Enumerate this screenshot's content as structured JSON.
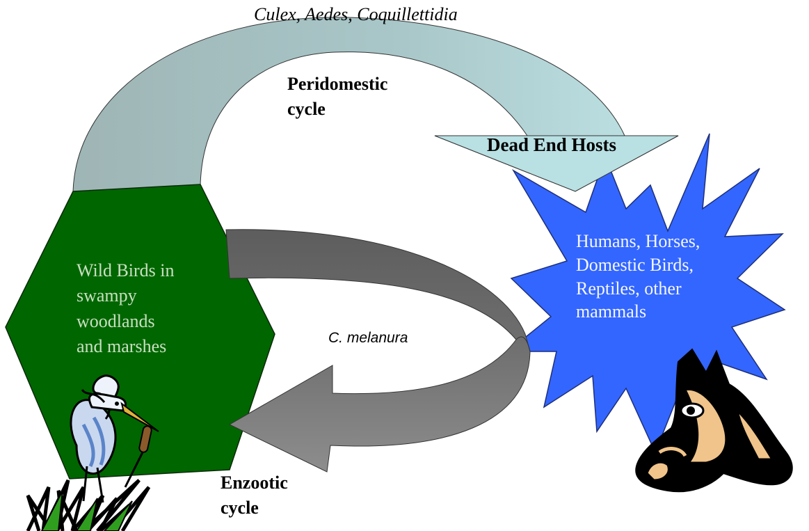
{
  "labels": {
    "vectors_top": "Culex, Aedes, Coquillettidia",
    "peridomestic": "Peridomestic\ncycle",
    "dead_end": "Dead End Hosts",
    "wild_birds": "Wild Birds in\nswampy\nwoodlands\nand marshes",
    "hosts": "Humans, Horses,\nDomestic Birds,\nReptiles, other\nmammals",
    "enzootic_vector": "C. melanura",
    "enzootic": "Enzootic\ncycle"
  },
  "colors": {
    "hexagon": "#006600",
    "starburst": "#3366ff",
    "upper_arrow_left": "#9fb5b5",
    "upper_arrow_right": "#b8e0e2",
    "lower_arrow_light": "#8a8a8a",
    "lower_arrow_dark": "#5f5f5f"
  },
  "icons": {
    "bird": "heron-icon",
    "horse": "horse-head-icon"
  }
}
